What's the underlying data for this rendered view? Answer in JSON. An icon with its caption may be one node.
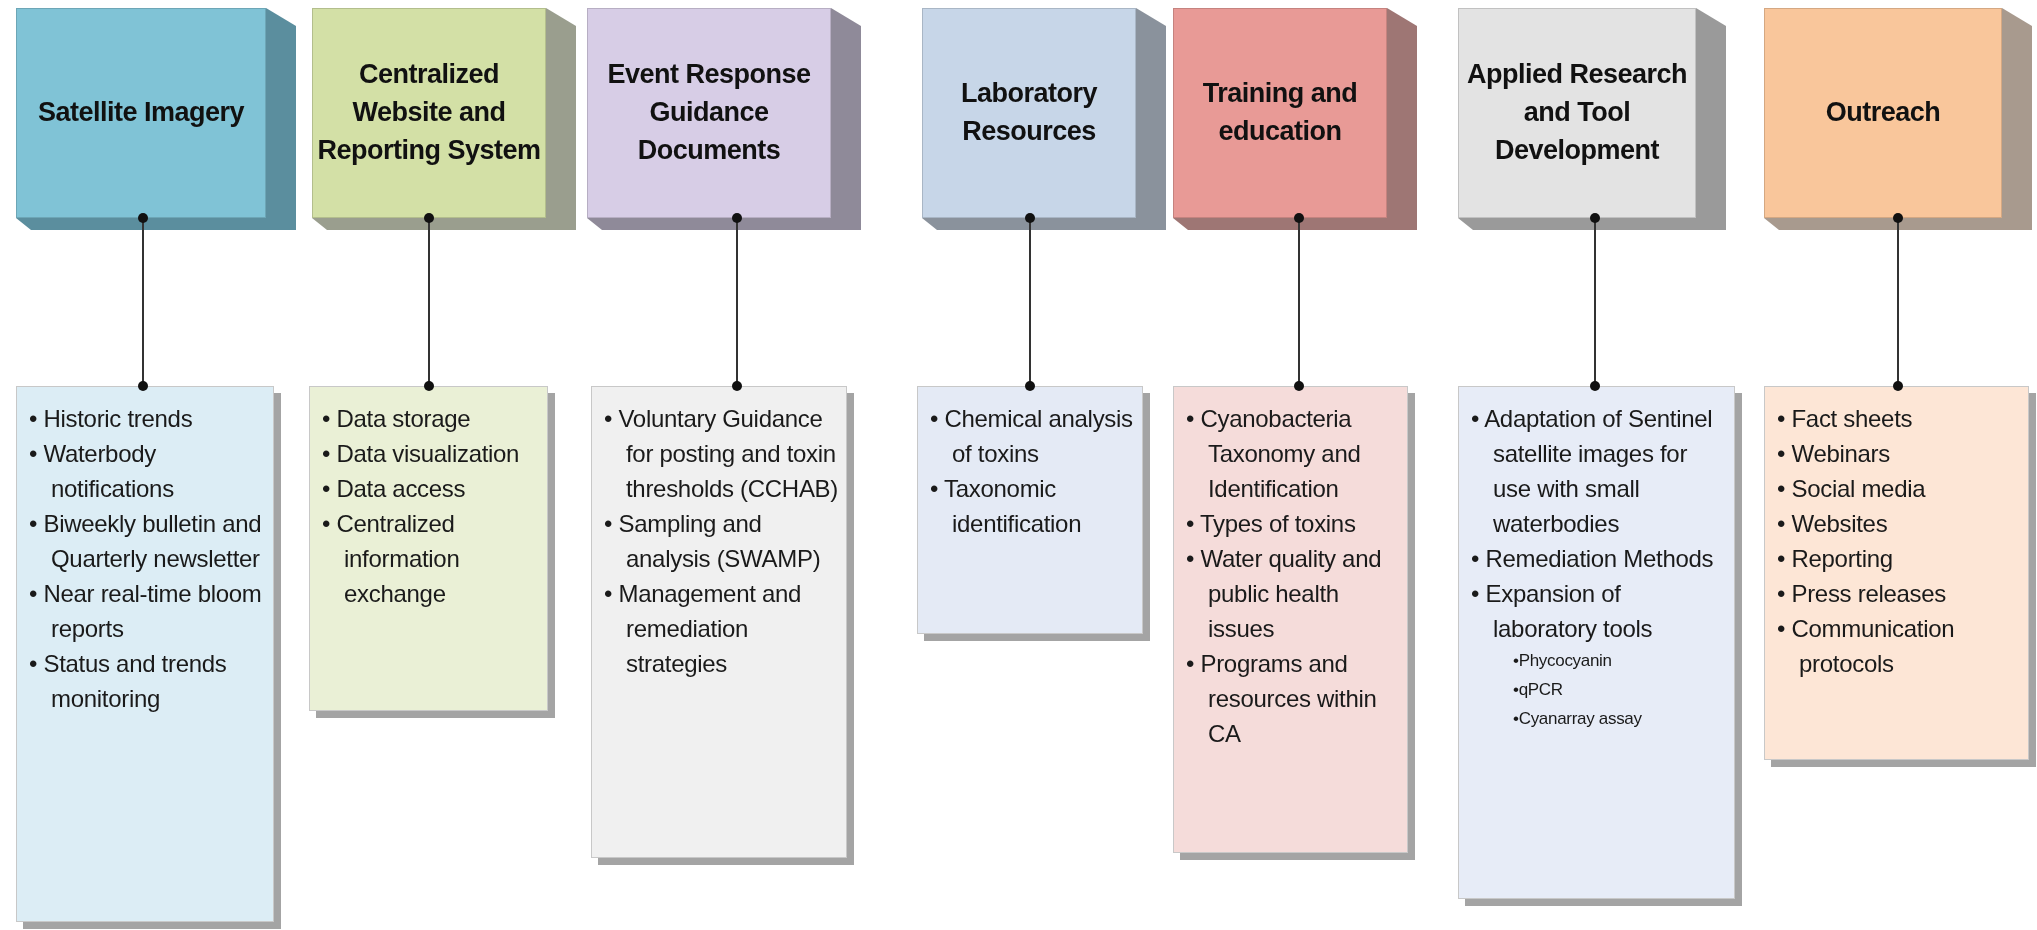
{
  "diagram": {
    "nodes": [
      {
        "text": [
          "Satellite Imagery"
        ]
      },
      {
        "text": [
          "Centralized Website and Reporting System"
        ]
      },
      {
        "text": [
          "Event Response Guidance Documents"
        ]
      },
      {
        "text": [
          "Laboratory Resources"
        ]
      },
      {
        "text": [
          "Training and education"
        ]
      },
      {
        "text": [
          "Applied Research and Tool Development"
        ]
      },
      {
        "text": [
          "Outreach"
        ]
      },
      {
        "text": [
          "• Historic trends",
          "• Waterbody notifications",
          "• Biweekly bulletin and Quarterly newsletter",
          "• Near real-time bloom reports",
          "• Status and trends monitoring"
        ]
      },
      {
        "text": [
          "• Data storage",
          "• Data visualization",
          "• Data access",
          "• Centralized information exchange"
        ]
      },
      {
        "text": [
          "• Voluntary Guidance for posting and toxin thresholds (CCHAB)",
          "• Sampling and analysis (SWAMP)",
          "• Management and remediation strategies"
        ]
      },
      {
        "text": [
          "• Chemical analysis of toxins",
          "• Taxonomic identification"
        ]
      },
      {
        "text": [
          "• Cyanobacteria Taxonomy and Identification",
          "• Types of toxins",
          "• Water quality and public health issues",
          "• Programs and resources within CA"
        ]
      },
      {
        "text": [
          "• Adaptation of Sentinel satellite images for use with small waterbodies",
          "• Remediation Methods",
          "• Expansion of laboratory tools",
          "•Phycocyanin",
          "•qPCR",
          "•Cyanarray assay"
        ]
      },
      {
        "text": [
          "• Fact sheets",
          "• Webinars",
          "• Social media",
          "• Websites",
          "• Reporting",
          "• Press releases",
          "• Communication protocols"
        ]
      }
    ],
    "edges": [
      {
        "from": 0,
        "to": 7,
        "arrow": "other"
      },
      {
        "from": 1,
        "to": 8,
        "arrow": "other"
      },
      {
        "from": 2,
        "to": 9,
        "arrow": "other"
      },
      {
        "from": 3,
        "to": 10,
        "arrow": "other"
      },
      {
        "from": 4,
        "to": 11,
        "arrow": "other"
      },
      {
        "from": 5,
        "to": 12,
        "arrow": "other"
      },
      {
        "from": 6,
        "to": 13,
        "arrow": "other"
      }
    ]
  }
}
